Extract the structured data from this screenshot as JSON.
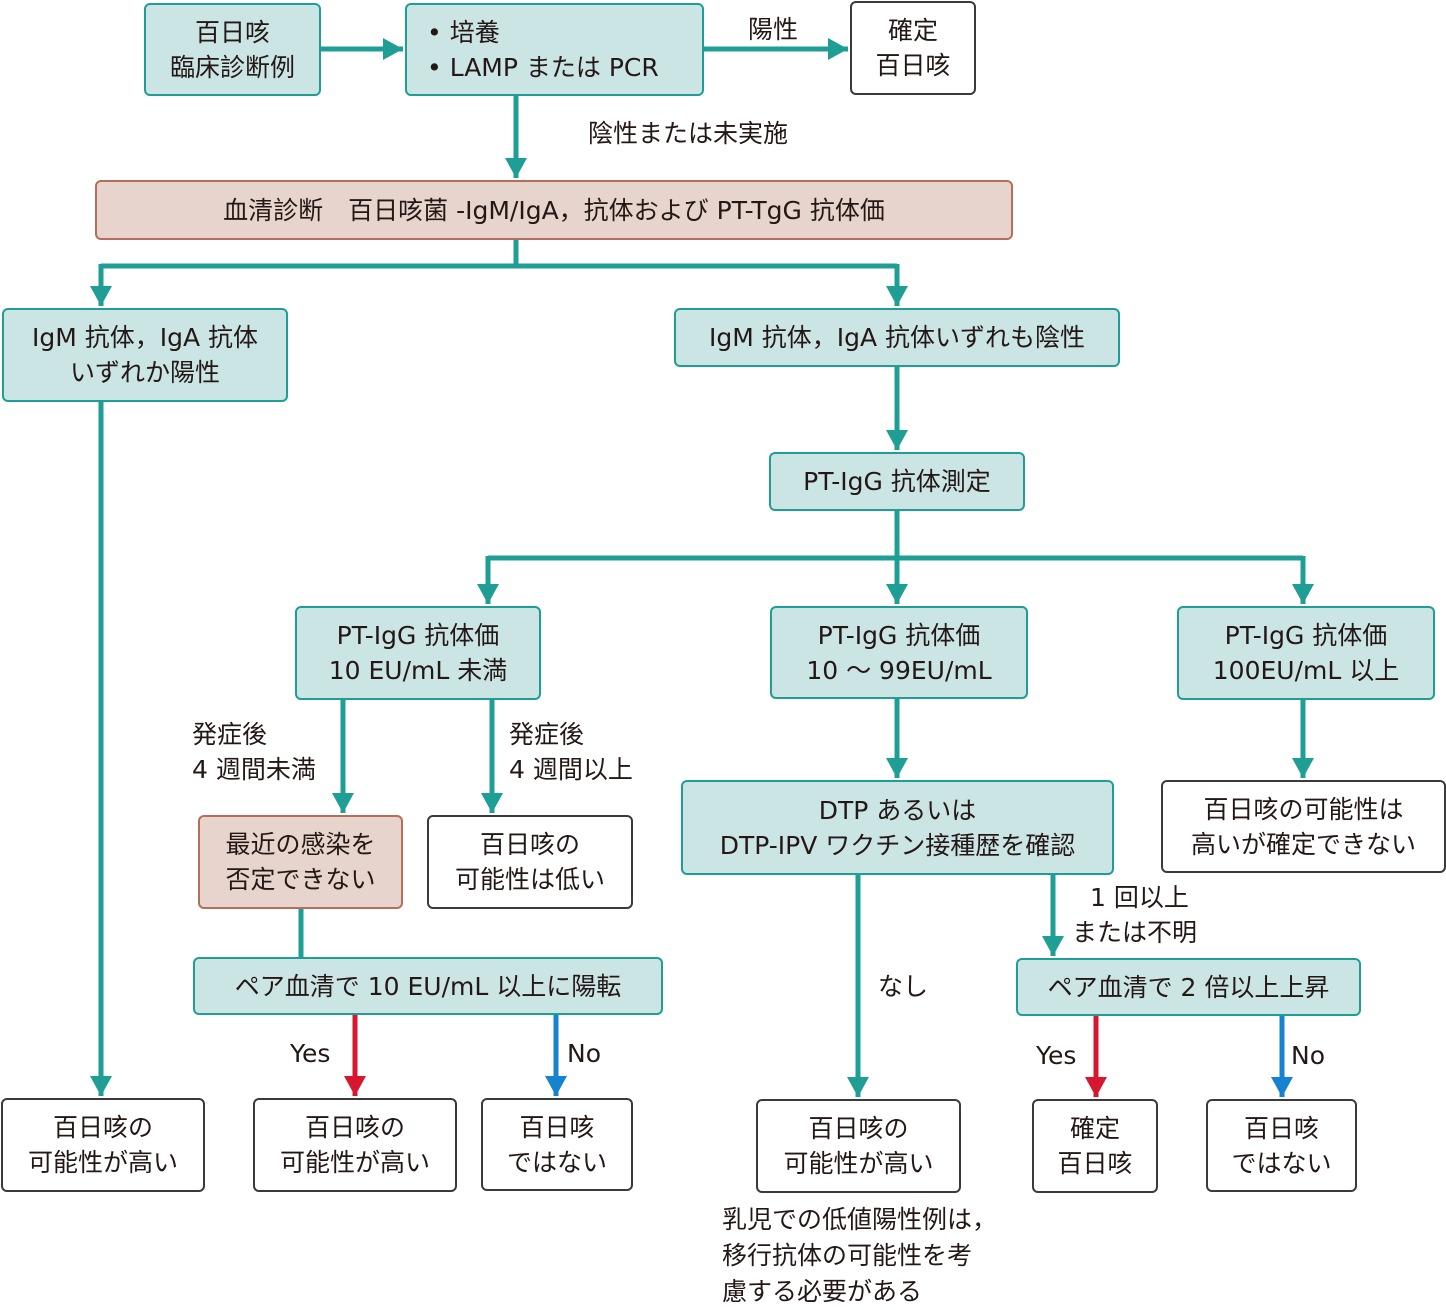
{
  "colors": {
    "teal_line": "#1f9e96",
    "yes_line": "#d7172f",
    "no_line": "#1683d1",
    "teal_fill": "#cbe4e4",
    "pink_fill": "#e7d4cc",
    "pink_border": "#b56e5a"
  },
  "nodes": {
    "clinical": [
      "百日咳",
      "臨床診断例"
    ],
    "tests": [
      "• 培養",
      "• LAMP または PCR"
    ],
    "confirmed_top": [
      "確定",
      "百日咳"
    ],
    "serology": "血清診断　百日咳菌 -IgM/IgA，抗体および PT-TgG 抗体価",
    "igm_iga_pos": [
      "IgM 抗体，IgA 抗体",
      "いずれか陽性"
    ],
    "igm_iga_neg": "IgM 抗体，IgA 抗体いずれも陰性",
    "ptigg_measure": "PT-IgG 抗体測定",
    "ptigg_low": [
      "PT-IgG 抗体価",
      "10 EU/mL 未満"
    ],
    "ptigg_mid": [
      "PT-IgG 抗体価",
      "10 ～ 99EU/mL"
    ],
    "ptigg_high": [
      "PT-IgG 抗体価",
      "100EU/mL 以上"
    ],
    "recent_infection": [
      "最近の感染を",
      "否定できない"
    ],
    "low_probability": [
      "百日咳の",
      "可能性は低い"
    ],
    "dtp_check": [
      "DTP あるいは",
      "DTP-IPV ワクチン接種歴を確認"
    ],
    "high_not_confirmed": [
      "百日咳の可能性は",
      "高いが確定できない"
    ],
    "paired_10": "ペア血清で 10 EU/mL 以上に陽転",
    "paired_2x": "ペア血清で 2 倍以上上昇",
    "out_left_high": [
      "百日咳の",
      "可能性が高い"
    ],
    "out_yes_high": [
      "百日咳の",
      "可能性が高い"
    ],
    "out_no_not": [
      "百日咳",
      "ではない"
    ],
    "out_none_high": [
      "百日咳の",
      "可能性が高い"
    ],
    "out_confirmed": [
      "確定",
      "百日咳"
    ],
    "out_not": [
      "百日咳",
      "ではない"
    ]
  },
  "labels": {
    "positive": "陽性",
    "negative_or_not_done": "陰性または未実施",
    "onset_lt4": [
      "発症後",
      "4 週間未満"
    ],
    "onset_ge4": [
      "発症後",
      "4 週間以上"
    ],
    "none": "なし",
    "once_or_unknown": [
      "1 回以上",
      "または不明"
    ],
    "yes1": "Yes",
    "no1": "No",
    "yes2": "Yes",
    "no2": "No",
    "note": [
      "乳児での低値陽性例は，",
      "移行抗体の可能性を考",
      "慮する必要がある"
    ]
  }
}
